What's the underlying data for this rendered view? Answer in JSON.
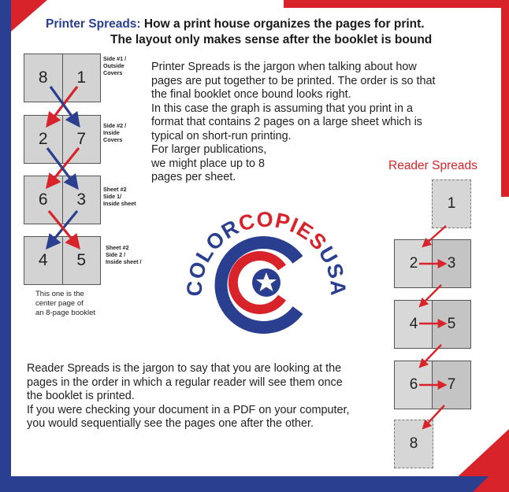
{
  "title": {
    "accent": "Printer Spreads:",
    "line1_rest": "How a print house organizes the pages for print.",
    "line2": "The layout only makes sense after the booklet is bound"
  },
  "printer_paragraph": {
    "lines": [
      "Printer Spreads is the jargon when talking about how",
      "pages are put together to be printed. The order is so that",
      "the final booklet once bound looks right.",
      "In this case the graph is assuming that you print in a",
      "format that contains 2 pages on a large sheet which is",
      "typical on short-run printing.",
      "For larger publications,",
      "we might place up to 8",
      "pages per sheet."
    ]
  },
  "printer_sheets": [
    {
      "left": "8",
      "right": "1",
      "label": [
        "Side #1 /",
        "Outside",
        "Covers"
      ]
    },
    {
      "left": "2",
      "right": "7",
      "label": [
        "Side #2 /",
        "Inside",
        "Covers"
      ]
    },
    {
      "left": "6",
      "right": "3",
      "label": [
        "Sheet #2",
        "Side 1/",
        "Inside sheet"
      ]
    },
    {
      "left": "4",
      "right": "5",
      "label": [
        "Sheet #2",
        "Side 2 /",
        "Inside sheet /"
      ]
    }
  ],
  "center_note": [
    "This one is the",
    "center page of",
    "an 8-page  booklet"
  ],
  "reader_spreads": {
    "heading": "Reader Spreads",
    "pages": [
      "1",
      "2",
      "3",
      "4",
      "5",
      "6",
      "7",
      "8"
    ]
  },
  "reader_paragraph": {
    "lines": [
      "Reader Spreads is the jargon to say that you are looking at the",
      "pages in the order in which a regular reader will see them once",
      "the booklet is printed.",
      "If you were checking your document in a PDF on your computer,",
      "you would sequentially see the pages one after the other."
    ]
  },
  "logo": {
    "text_blue_1": "COLOR",
    "text_red": "COPIES",
    "text_blue_2": "USA"
  },
  "colors": {
    "accent_blue": "#2a3f8f",
    "accent_red": "#d8232a",
    "page_gray": "#d3d3d3",
    "page_dark_gray": "#c4c4c4"
  }
}
